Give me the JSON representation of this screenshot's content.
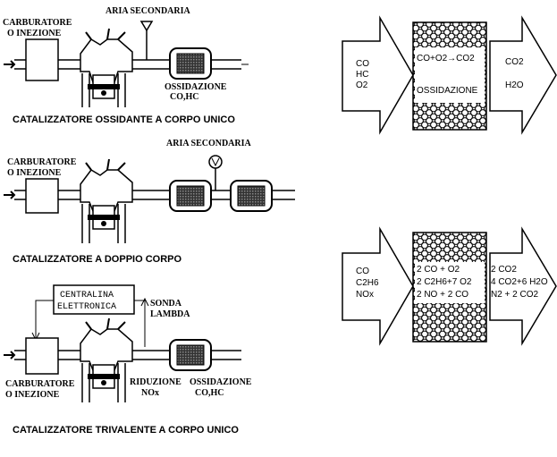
{
  "left_panel": {
    "diagram1": {
      "carb_line1": "CARBURATORE",
      "carb_line2": "O INEZIONE",
      "air_label": "ARIA SECONDARIA",
      "ox_line1": "OSSIDAZIONE",
      "ox_line2": "CO,HC",
      "caption": "CATALIZZATORE OSSIDANTE A CORPO UNICO"
    },
    "diagram2": {
      "carb_line1": "CARBURATORE",
      "carb_line2": "O INEZIONE",
      "air_label": "ARIA SECONDARIA",
      "caption": "CATALIZZATORE A DOPPIO CORPO"
    },
    "diagram3": {
      "ecu_line1": "CENTRALINA",
      "ecu_line2": "ELETTRONICA",
      "sonda_line1": "SONDA",
      "sonda_line2": "LAMBDA",
      "carb_line1": "CARBURATORE",
      "carb_line2": "O INEZIONE",
      "rid_line1": "RIDUZIONE",
      "rid_line2": "NOx",
      "ox_line1": "OSSIDAZIONE",
      "ox_line2": "CO,HC",
      "caption": "CATALIZZATORE TRIVALENTE A CORPO UNICO"
    }
  },
  "right_panel": {
    "reaction1": {
      "inputs": [
        "CO",
        "HC",
        "O2"
      ],
      "reaction": "CO+O2→CO2",
      "process": "OSSIDAZIONE",
      "outputs": [
        "CO2",
        "H2O"
      ]
    },
    "reaction2": {
      "inputs": [
        "CO",
        "C2H6",
        "NOx"
      ],
      "reactions": [
        "2 CO + O2",
        "2 C2H6+7 O2",
        "2 NO + 2 CO"
      ],
      "outputs": [
        "2 CO2",
        "4 CO2+6 H2O",
        "N2 + 2 CO2"
      ]
    }
  }
}
